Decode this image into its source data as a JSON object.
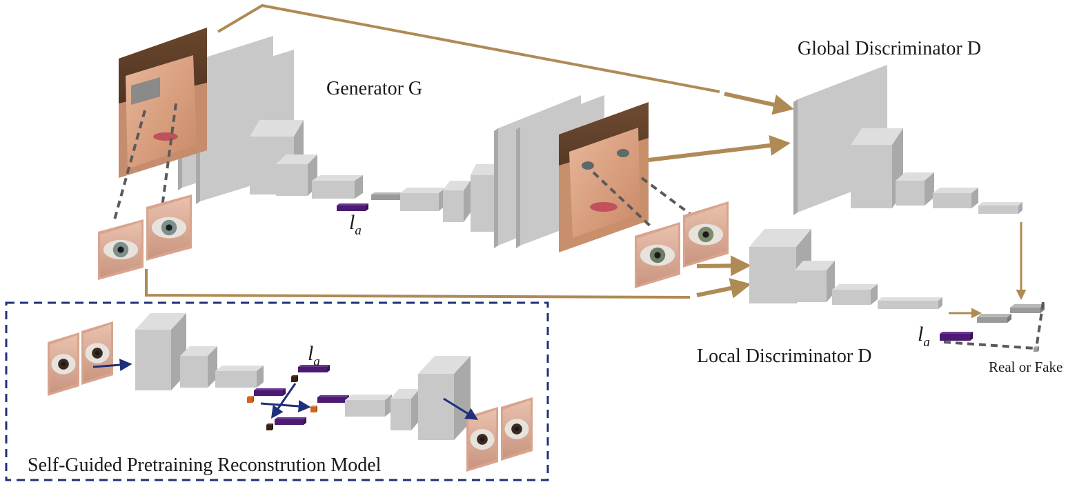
{
  "labels": {
    "generator": "Generator G",
    "global_discriminator": "Global Discriminator D",
    "local_discriminator": "Local Discriminator  D",
    "real_or_fake": "Real or Fake",
    "pretraining_model": "Self-Guided Pretraining Reconstrution Model",
    "attr_main": "l",
    "attr_sub": "a"
  },
  "colors": {
    "arrow": "#b08a55",
    "blue_arrow": "#1f2f7a",
    "box_border": "#1f2f7a",
    "code": "#4b1a72",
    "block_front": "#c8c8c8",
    "block_top": "#dedede",
    "block_side": "#a9a9a9",
    "dash": "#5a5a5a",
    "orange_code": "#d2651e",
    "dark_code": "#3a2212"
  }
}
